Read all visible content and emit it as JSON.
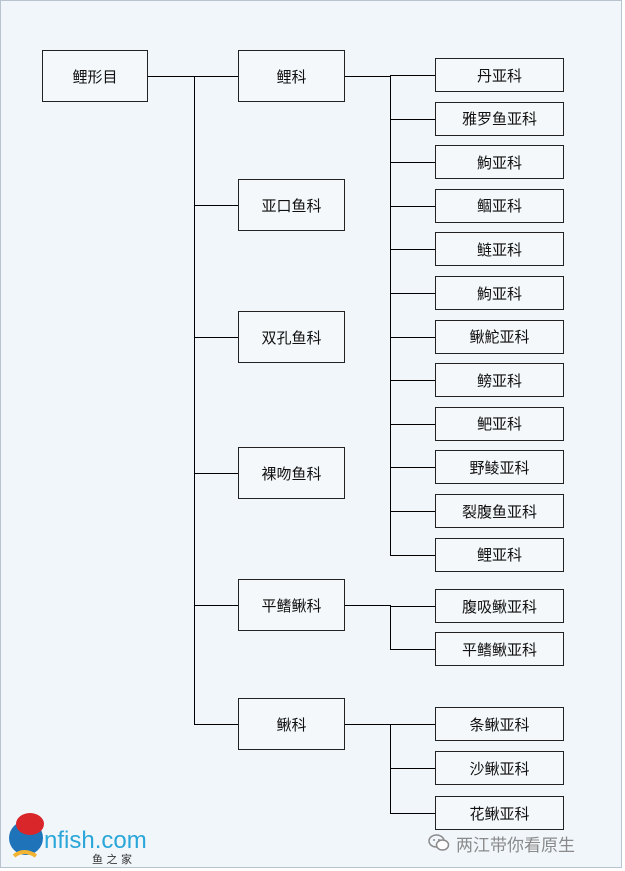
{
  "root": {
    "label": "鲤形目"
  },
  "families": [
    {
      "label": "鲤科",
      "subfamilies": [
        "丹亚科",
        "雅罗鱼亚科",
        "鮈亚科",
        "鲴亚科",
        "鲢亚科",
        "鮈亚科",
        "鳅鮀亚科",
        "鳑亚科",
        "鲃亚科",
        "野鲮亚科",
        "裂腹鱼亚科",
        "鲤亚科"
      ]
    },
    {
      "label": "亚口鱼科",
      "subfamilies": []
    },
    {
      "label": "双孔鱼科",
      "subfamilies": []
    },
    {
      "label": "裸吻鱼科",
      "subfamilies": []
    },
    {
      "label": "平鳍鳅科",
      "subfamilies": [
        "腹吸鳅亚科",
        "平鳍鳅亚科"
      ]
    },
    {
      "label": "鳅科",
      "subfamilies": [
        "条鳅亚科",
        "沙鳅亚科",
        "花鳅亚科"
      ]
    }
  ],
  "watermark": {
    "text": "两江带你看原生",
    "icon": "wechat-icon"
  },
  "logo": {
    "text": "nfish.com",
    "subtitle": "鱼 之 家",
    "icon": "fish-logo-icon",
    "color": "#2aa6d8"
  }
}
